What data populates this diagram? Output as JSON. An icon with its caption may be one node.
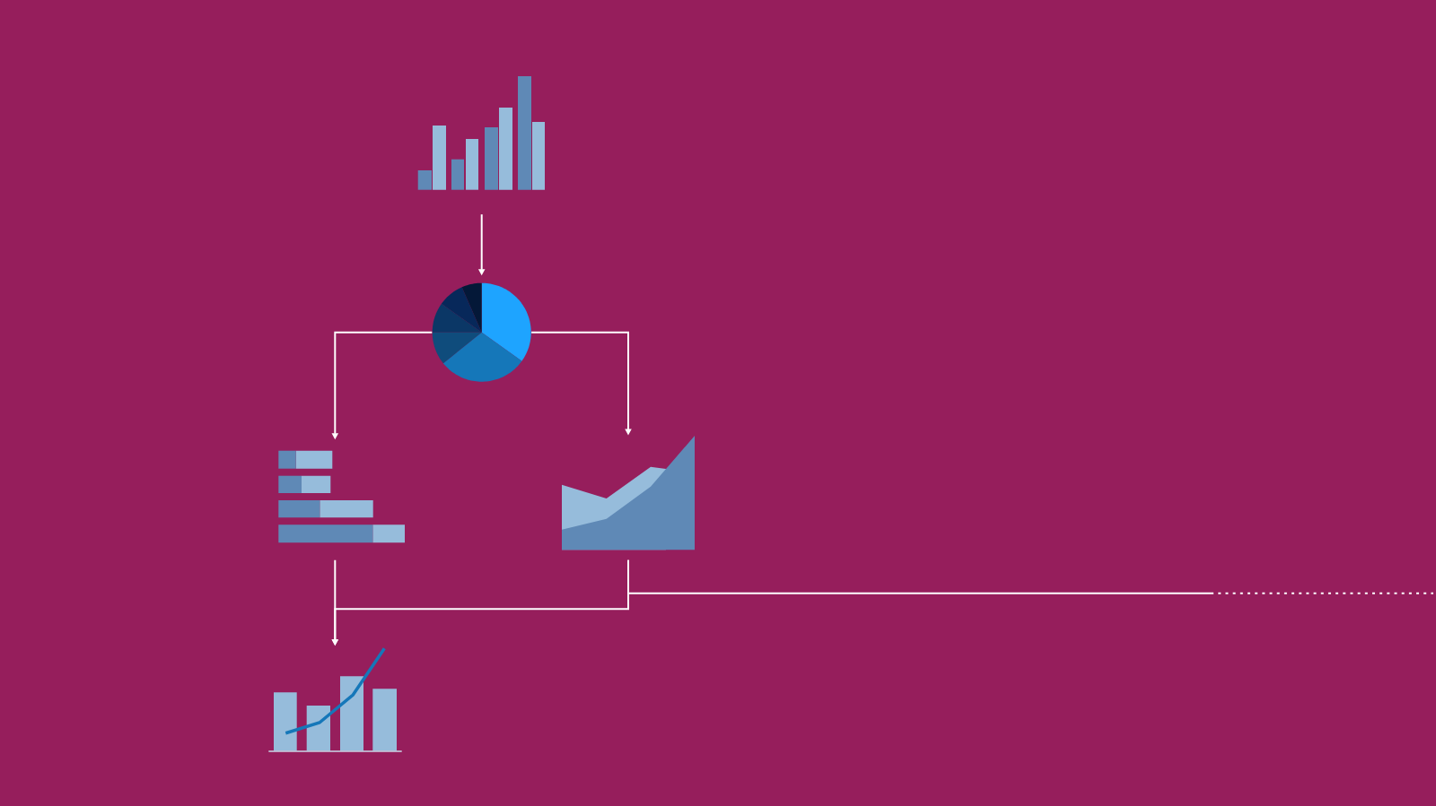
{
  "diagram": {
    "nodes": [
      {
        "text": [],
        "shape": "picture"
      },
      {
        "text": [],
        "shape": "picture"
      },
      {
        "text": [],
        "shape": "picture"
      },
      {
        "text": [],
        "shape": "picture"
      },
      {
        "text": [],
        "shape": "picture"
      }
    ],
    "edges": [
      {
        "from": 0,
        "to": 1,
        "arrow": "to"
      },
      {
        "from": 1,
        "to": 2,
        "arrow": "to"
      },
      {
        "from": 1,
        "to": 3,
        "arrow": "to"
      },
      {
        "from": 2,
        "to": 4,
        "arrow": "to"
      },
      {
        "from": 3,
        "to": 4,
        "arrow": "to"
      },
      {
        "from": 3,
        "to": null,
        "arrow": "none",
        "style": "dashed"
      }
    ]
  }
}
